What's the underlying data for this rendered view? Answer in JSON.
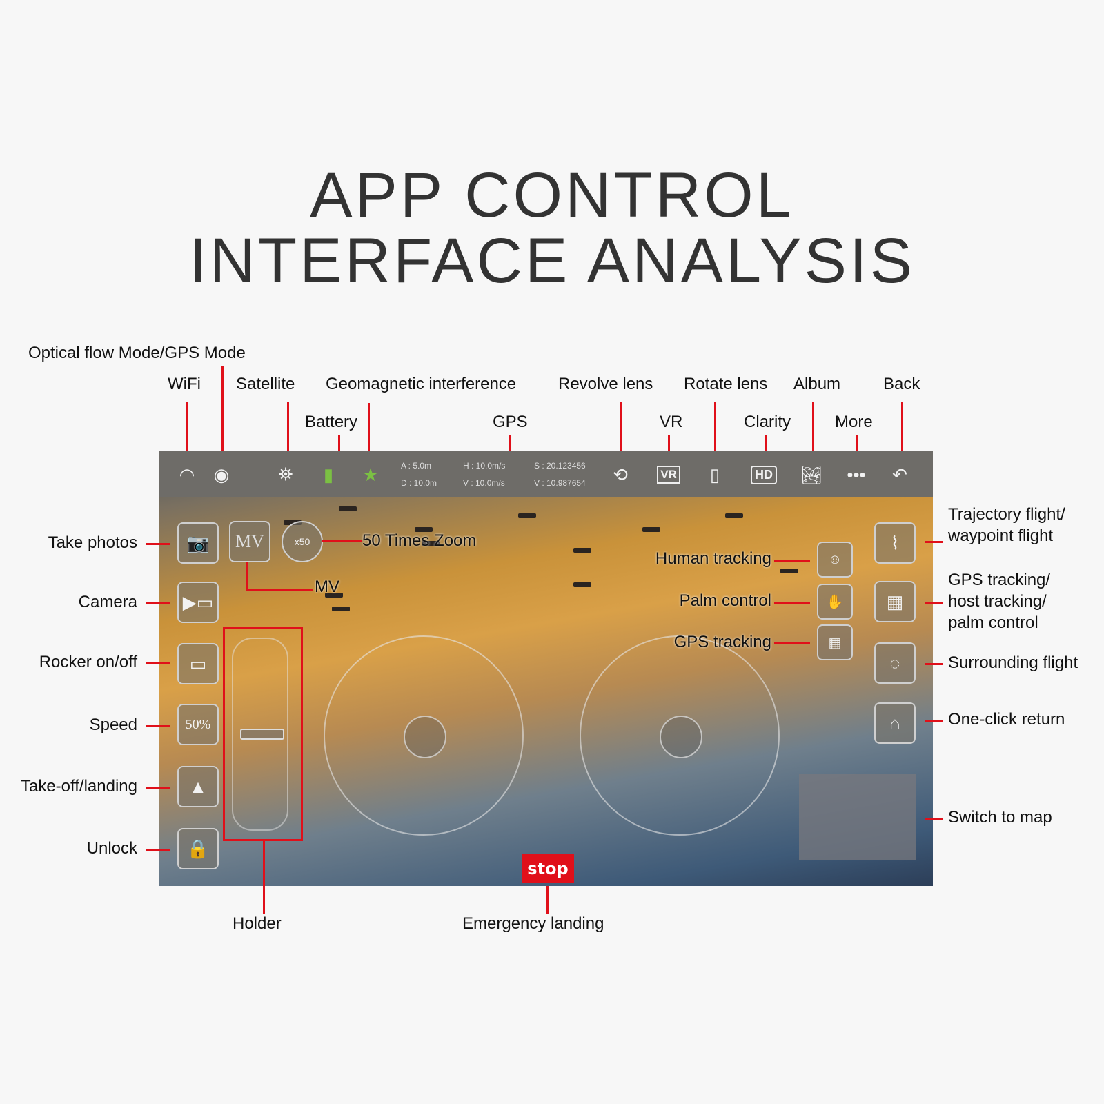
{
  "title": {
    "line1": "APP CONTROL",
    "line2": "INTERFACE ANALYSIS"
  },
  "top_labels": {
    "optical": "Optical flow Mode/GPS Mode",
    "wifi": "WiFi",
    "satellite": "Satellite",
    "geomagnetic": "Geomagnetic interference",
    "revolve": "Revolve lens",
    "rotate": "Rotate lens",
    "album": "Album",
    "back": "Back",
    "battery": "Battery",
    "gps": "GPS",
    "vr": "VR",
    "clarity": "Clarity",
    "more": "More"
  },
  "telemetry": {
    "a": "A : 5.0m",
    "d": "D : 10.0m",
    "h": "H : 10.0m/s",
    "v_speed": "V : 10.0m/s",
    "s": "S : 20.123456",
    "v_coord": "V : 10.987654"
  },
  "buttons": {
    "mv": "MV",
    "zoom": "x50",
    "speed": "50%",
    "stop": "stop",
    "vr": "VR",
    "hd": "HD"
  },
  "left_labels": {
    "photos": "Take photos",
    "camera": "Camera",
    "rocker": "Rocker on/off",
    "speed": "Speed",
    "takeoff": "Take-off/landing",
    "unlock": "Unlock"
  },
  "right_labels": {
    "trajectory1": "Trajectory flight/",
    "trajectory2": "waypoint flight",
    "gps1": "GPS tracking/",
    "gps2": "host tracking/",
    "gps3": "palm control",
    "surround": "Surrounding flight",
    "return": "One-click return",
    "map": "Switch to map"
  },
  "mid_labels": {
    "human": "Human tracking",
    "palm": "Palm control",
    "gpstrack": "GPS tracking",
    "zoom50": "50 Times Zoom",
    "mv": "MV",
    "holder": "Holder",
    "emergency": "Emergency landing"
  },
  "colors": {
    "accent": "#e0101a"
  }
}
